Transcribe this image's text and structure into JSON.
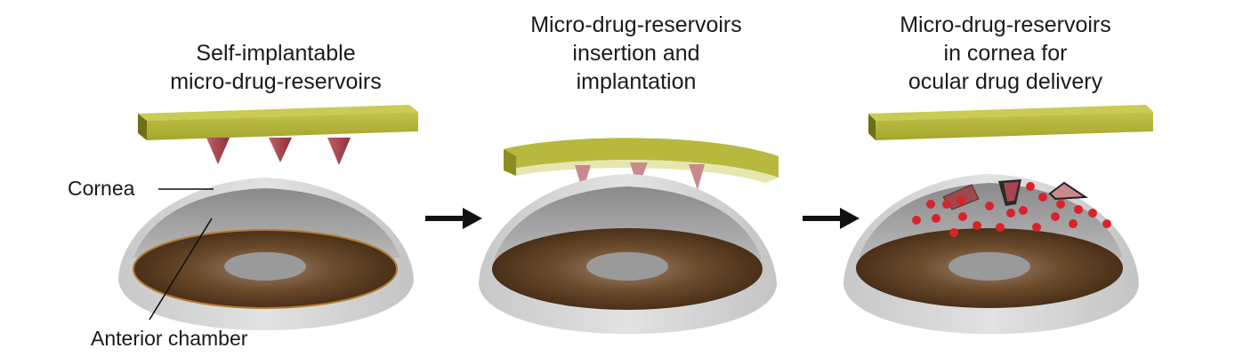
{
  "panels": [
    {
      "caption_lines": [
        "Self-implantable",
        "micro-drug-reservoirs"
      ]
    },
    {
      "caption_lines": [
        "Micro-drug-reservoirs",
        "insertion and",
        "implantation"
      ]
    },
    {
      "caption_lines": [
        "Micro-drug-reservoirs",
        "in cornea for",
        "ocular drug delivery"
      ]
    }
  ],
  "labels": {
    "cornea": "Cornea",
    "anterior_chamber": "Anterior chamber"
  },
  "colors": {
    "patch_top": "#b5b83a",
    "patch_front": "#8a8a1e",
    "reservoir": "#a8464e",
    "drug_dot": "#d8232a",
    "iris": "#6b4a2a",
    "cornea_outer": "#cfcfcf",
    "cornea_inner": "#9a9a9a"
  }
}
